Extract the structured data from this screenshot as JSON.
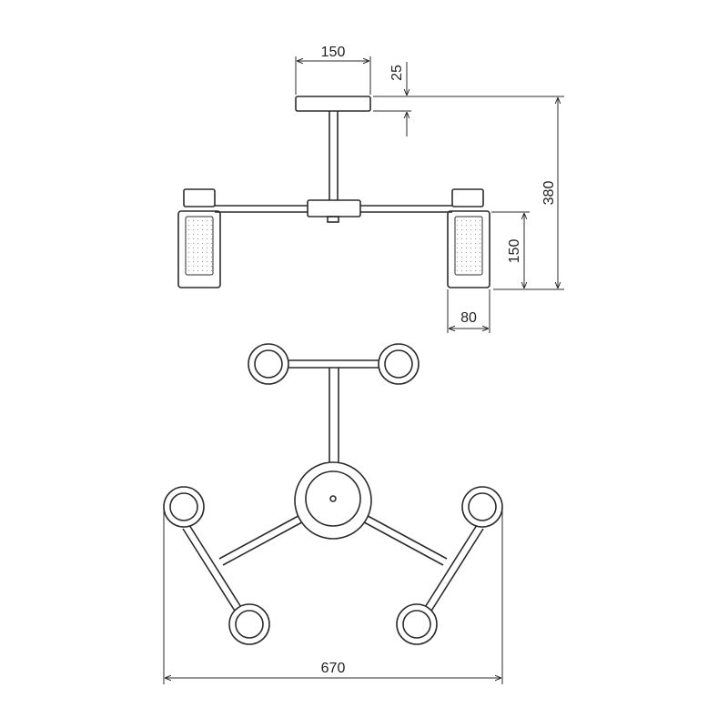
{
  "dimensions": {
    "canopy_width": "150",
    "canopy_height": "25",
    "total_height": "380",
    "shade_height": "150",
    "shade_width": "80",
    "total_width": "670"
  }
}
